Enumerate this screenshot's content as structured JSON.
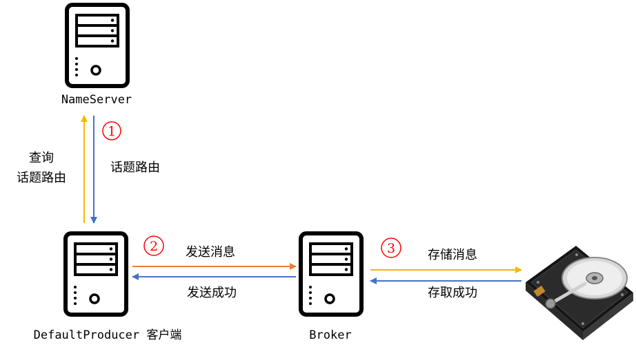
{
  "nodes": {
    "nameserver": {
      "label": "NameServer"
    },
    "producer": {
      "label": "DefaultProducer 客户端"
    },
    "broker": {
      "label": "Broker"
    }
  },
  "steps": [
    {
      "number": "1"
    },
    {
      "number": "2"
    },
    {
      "number": "3"
    }
  ],
  "edges": {
    "query_route": {
      "line1": "查询",
      "line2": "话题路由"
    },
    "return_route": {
      "label": "话题路由"
    },
    "send_message": {
      "label": "发送消息"
    },
    "send_success": {
      "label": "发送成功"
    },
    "store_message": {
      "label": "存储消息"
    },
    "store_success": {
      "label": "存取成功"
    }
  },
  "colors": {
    "arrow_yellow": "#f5b800",
    "arrow_blue": "#4472c4",
    "arrow_orange": "#ed7d31",
    "step_red": "#ff0000",
    "icon_stroke": "#000000"
  },
  "icons": {
    "server": "server-tower-icon",
    "disk": "hard-disk-drive-icon"
  }
}
